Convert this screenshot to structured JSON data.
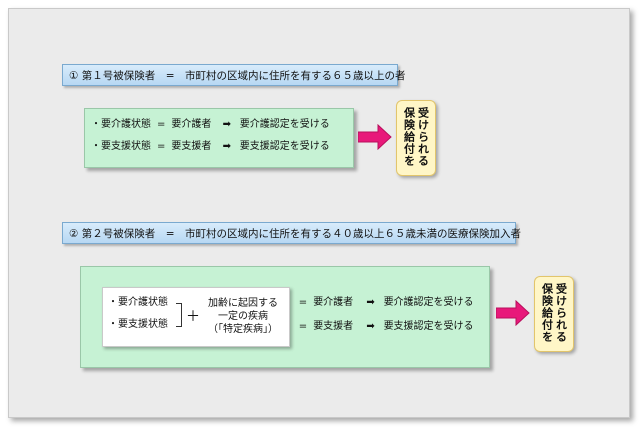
{
  "section1": {
    "header": "① 第１号被保険者　=　市町村の区域内に住所を有する６５歳以上の者",
    "rows": [
      {
        "state": "・要介護状態",
        "eq": "=",
        "person": "要介護者",
        "arrow": "➡",
        "result": "要介護認定を受ける"
      },
      {
        "state": "・要支援状態",
        "eq": "=",
        "person": "要支援者",
        "arrow": "➡",
        "result": "要支援認定を受ける"
      }
    ],
    "badge": [
      "受けられる",
      "保険給付を"
    ]
  },
  "section2": {
    "header": "② 第２号被保険者　=　市町村の区域内に住所を有する４０歳以上６５歳未満の医療保険加入者",
    "states": [
      "・要介護状態",
      "・要支援状態"
    ],
    "plus": "＋",
    "cause_lines": [
      "加齢に起因する",
      "一定の疾病",
      "（「特定疾病」）"
    ],
    "rows": [
      {
        "eq": "=",
        "person": "要介護者",
        "arrow": "➡",
        "result": "要介護認定を受ける"
      },
      {
        "eq": "=",
        "person": "要支援者",
        "arrow": "➡",
        "result": "要支援認定を受ける"
      }
    ],
    "badge": [
      "受けられる",
      "保険給付を"
    ]
  },
  "colors": {
    "header_bg": "#c5e1f7",
    "green_bg": "#c6f2d4",
    "badge_bg": "#fff6c7",
    "arrow_pink": "#e8187a"
  }
}
